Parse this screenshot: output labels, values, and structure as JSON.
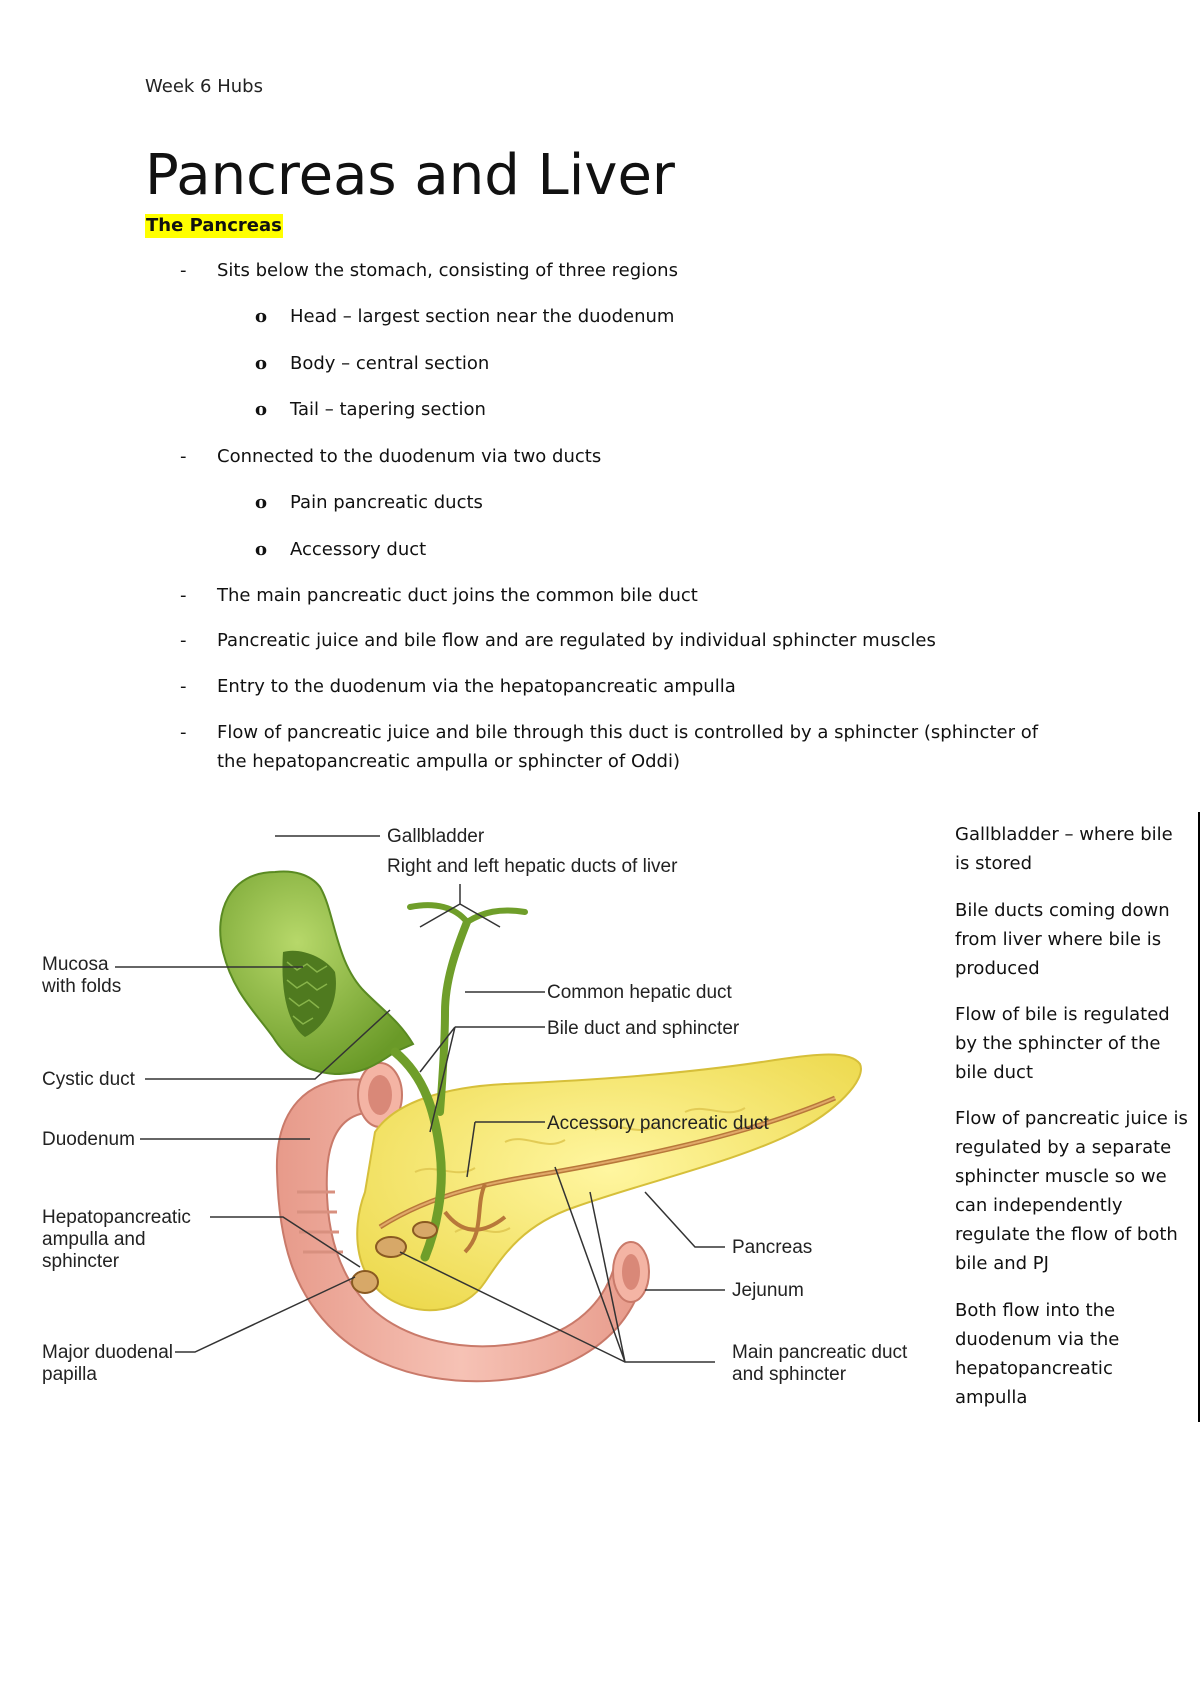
{
  "header": "Week 6 Hubs",
  "title": "Pancreas and Liver",
  "section_heading": "The Pancreas",
  "bullets": [
    {
      "marker": "-",
      "text": "Sits below the stomach, consisting of three regions"
    },
    {
      "marker": "o",
      "text": "Head – largest section near the duodenum"
    },
    {
      "marker": "o",
      "text": "Body – central section"
    },
    {
      "marker": "o",
      "text": "Tail – tapering section"
    },
    {
      "marker": "-",
      "text": "Connected to the duodenum via two ducts"
    },
    {
      "marker": "o",
      "text": "Pain pancreatic ducts"
    },
    {
      "marker": "o",
      "text": "Accessory duct"
    },
    {
      "marker": "-",
      "text": "The main pancreatic duct joins the common bile duct"
    },
    {
      "marker": "-",
      "text": "Pancreatic juice and bile flow and are regulated by individual sphincter muscles"
    },
    {
      "marker": "-",
      "text": "Entry to the duodenum via the hepatopancreatic ampulla"
    },
    {
      "marker": "-",
      "text": "Flow of pancreatic juice and bile through this duct is controlled by a sphincter (sphincter of",
      "continuation": "the hepatopancreatic ampulla or sphincter of Oddi)"
    }
  ],
  "diagram_labels": {
    "gallbladder": "Gallbladder",
    "hepatic_ducts": "Right and left hepatic ducts of liver",
    "mucosa_1": "Mucosa",
    "mucosa_2": "with folds",
    "common_hepatic": "Common hepatic duct",
    "bile_duct": "Bile duct and sphincter",
    "cystic": "Cystic duct",
    "accessory": "Accessory pancreatic duct",
    "duodenum": "Duodenum",
    "hepato_1": "Hepatopancreatic",
    "hepato_2": "ampulla and",
    "hepato_3": "sphincter",
    "pancreas": "Pancreas",
    "jejunum": "Jejunum",
    "major_1": "Major duodenal",
    "major_2": "papilla",
    "main_1": "Main pancreatic duct",
    "main_2": "and sphincter"
  },
  "side_notes": [
    [
      "Gallbladder – where bile",
      "is stored"
    ],
    [
      "Bile ducts coming down",
      "from liver where bile is",
      "produced"
    ],
    [
      "Flow of bile is regulated",
      "by the sphincter of the",
      "bile duct"
    ],
    [
      "Flow of pancreatic juice is",
      "regulated by a separate",
      "sphincter muscle so we",
      "can independently",
      "regulate the flow of both",
      "bile and PJ"
    ],
    [
      "Both flow into the",
      "duodenum via the",
      "hepatopancreatic",
      "ampulla"
    ]
  ]
}
